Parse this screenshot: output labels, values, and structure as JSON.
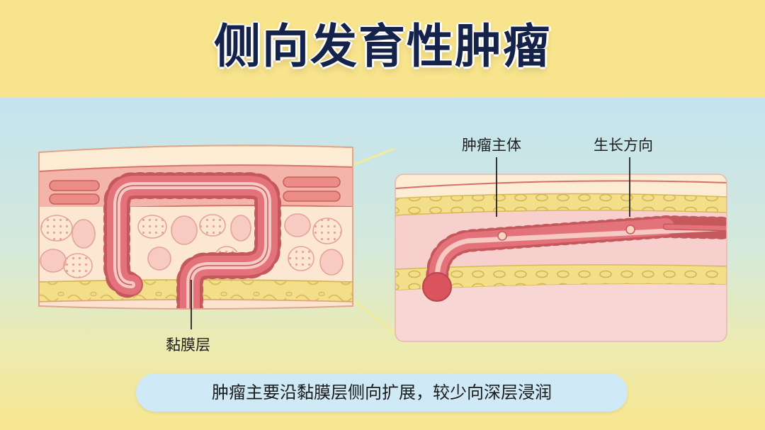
{
  "title": "侧向发育性肿瘤",
  "labels": {
    "mucosa": "黏膜层",
    "tumor_body": "肿瘤主体",
    "growth_direction": "生长方向"
  },
  "caption": "肿瘤主要沿黏膜层侧向扩展，较少向深层浸润",
  "colors": {
    "title": "#15224a",
    "tumor": "#e4727a",
    "mucosa_fill": "#f7d4cf",
    "fat_layer": "#f3de8a",
    "background_top": "#f8e48c",
    "background_main": "#c3e3ee",
    "caption_bg": "#cfe9f6"
  }
}
